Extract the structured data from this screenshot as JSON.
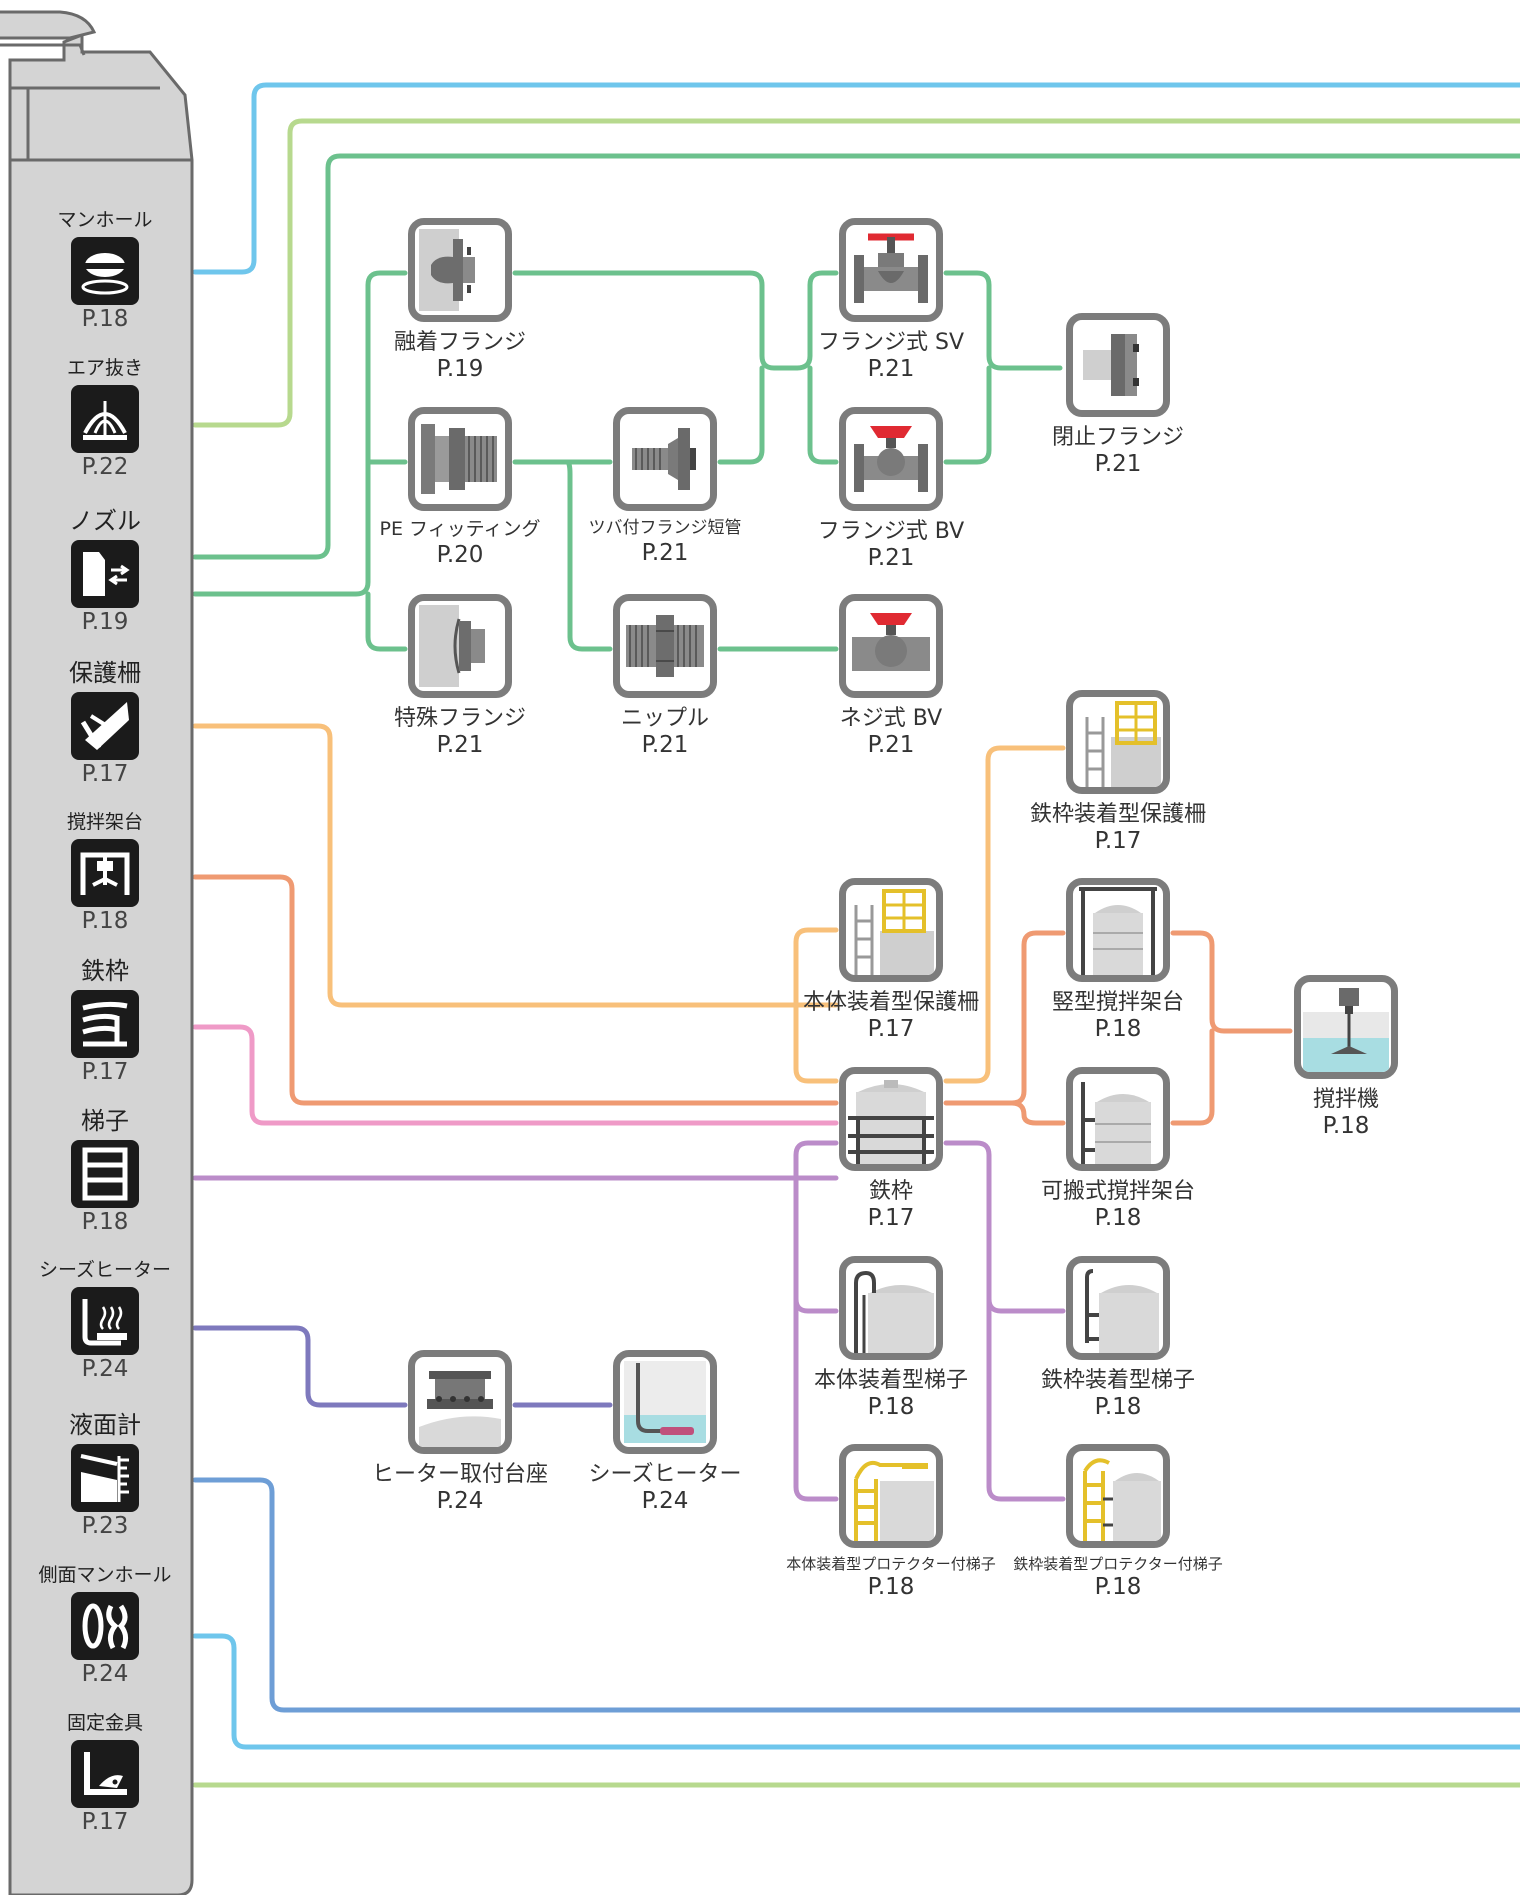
{
  "categories": [
    {
      "label": "マンホール",
      "page": "P.18",
      "icon": "manhole-icon"
    },
    {
      "label": "エア抜き",
      "page": "P.22",
      "icon": "air-vent-icon"
    },
    {
      "label": "ノズル",
      "page": "P.19",
      "icon": "nozzle-icon"
    },
    {
      "label": "保護柵",
      "page": "P.17",
      "icon": "guard-fence-icon"
    },
    {
      "label": "撹拌架台",
      "page": "P.18",
      "icon": "mixer-stand-icon"
    },
    {
      "label": "鉄枠",
      "page": "P.17",
      "icon": "steel-frame-icon"
    },
    {
      "label": "梯子",
      "page": "P.18",
      "icon": "ladder-icon"
    },
    {
      "label": "シーズヒーター",
      "page": "P.24",
      "icon": "sheath-heater-icon"
    },
    {
      "label": "液面計",
      "page": "P.23",
      "icon": "level-gauge-icon"
    },
    {
      "label": "側面マンホール",
      "page": "P.24",
      "icon": "side-manhole-icon"
    },
    {
      "label": "固定金具",
      "page": "P.17",
      "icon": "fixing-bracket-icon"
    }
  ],
  "nodes": {
    "fusion_flange": {
      "label": "融着フランジ",
      "page": "P.19"
    },
    "pe_fitting": {
      "label": "PE フィッティング",
      "page": "P.20"
    },
    "special_flange": {
      "label": "特殊フランジ",
      "page": "P.21"
    },
    "tsuba_flange_pipe": {
      "label": "ツバ付フランジ短管",
      "page": "P.21"
    },
    "nipple": {
      "label": "ニップル",
      "page": "P.21"
    },
    "flange_sv": {
      "label": "フランジ式 SV",
      "page": "P.21"
    },
    "flange_bv": {
      "label": "フランジ式 BV",
      "page": "P.21"
    },
    "screw_bv": {
      "label": "ネジ式 BV",
      "page": "P.21"
    },
    "blind_flange": {
      "label": "閉止フランジ",
      "page": "P.21"
    },
    "frame_guard": {
      "label": "鉄枠装着型保護柵",
      "page": "P.17"
    },
    "body_guard": {
      "label": "本体装着型保護柵",
      "page": "P.17"
    },
    "vertical_stand": {
      "label": "竪型撹拌架台",
      "page": "P.18"
    },
    "mixer": {
      "label": "撹拌機",
      "page": "P.18"
    },
    "steel_frame": {
      "label": "鉄枠",
      "page": "P.17"
    },
    "portable_stand": {
      "label": "可搬式撹拌架台",
      "page": "P.18"
    },
    "body_ladder": {
      "label": "本体装着型梯子",
      "page": "P.18"
    },
    "frame_ladder": {
      "label": "鉄枠装着型梯子",
      "page": "P.18"
    },
    "body_protector_ladder": {
      "label": "本体装着型プロテクター付梯子",
      "page": "P.18"
    },
    "frame_protector_ladder": {
      "label": "鉄枠装着型プロテクター付梯子",
      "page": "P.18"
    },
    "heater_base": {
      "label": "ヒーター取付台座",
      "page": "P.24"
    },
    "sheath_heater": {
      "label": "シーズヒーター",
      "page": "P.24"
    }
  },
  "colors": {
    "cyan": "#6fc6ec",
    "lightgreen": "#b7d98e",
    "green": "#6cc18d",
    "orange": "#f8c07a",
    "salmon": "#ef9a72",
    "pink": "#ef9ac7",
    "purple": "#bb8cc9",
    "indigo": "#7e79bd",
    "blue": "#6e9ed6",
    "tank": "#d4d4d4",
    "tank_line": "#6a6a6a",
    "box_border": "#7c7c7c",
    "valve_red": "#e02a32"
  }
}
